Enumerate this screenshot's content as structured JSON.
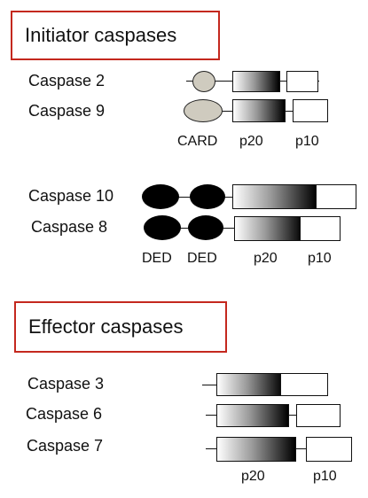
{
  "initiator": {
    "header": "Initiator caspases",
    "card_group": {
      "labels": [
        "Caspase 2",
        "Caspase 9"
      ],
      "domain_labels": [
        "CARD",
        "p20",
        "p10"
      ]
    },
    "ded_group": {
      "labels": [
        "Caspase 10",
        "Caspase 8"
      ],
      "domain_labels": [
        "DED",
        "DED",
        "p20",
        "p10"
      ]
    }
  },
  "effector": {
    "header": "Effector caspases",
    "labels": [
      "Caspase 3",
      "Caspase 6",
      "Caspase 7"
    ],
    "domain_labels": [
      "p20",
      "p10"
    ]
  },
  "colors": {
    "header_border": "#c4281e",
    "card_fill": "#cfcbbf",
    "ded_fill": "#000000"
  }
}
